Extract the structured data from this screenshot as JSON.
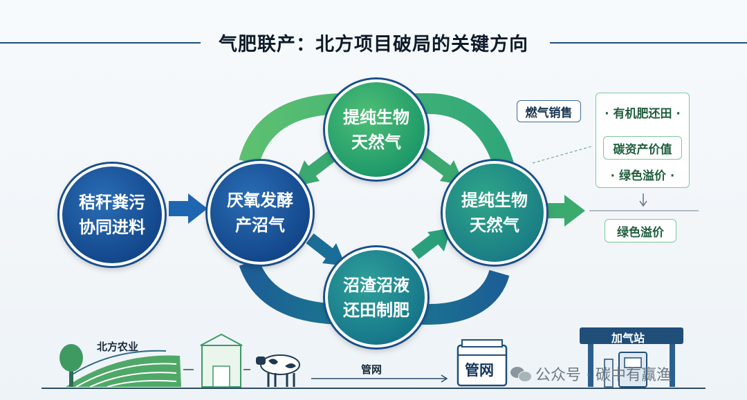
{
  "title": "气肥联产：北方项目破局的关键方向",
  "nodes": {
    "feed": "秸秆粪污\n协同进料",
    "digest": "厌氧发酵\n产沼气",
    "top_gas": "提纯生物\n天然气",
    "bottom_residue": "沼渣沼液\n还田制肥",
    "right_gas": "提纯生物\n天然气"
  },
  "side_panel": {
    "gas_sales": "燃气销售",
    "organic_fertilizer": "· 有机肥还田 ·",
    "carbon_asset": "碳资产价值",
    "green_premium_inner": "· 绿色溢价 ·",
    "green_premium": "绿色溢价"
  },
  "bottom": {
    "farm_label": "北方农业",
    "pipeline_label": "管网",
    "pipeline_box": "管网",
    "station_label": "加气站"
  },
  "watermark": "公众号 · 碳中有赢渔",
  "colors": {
    "navy": "#1f4e79",
    "blue": "#14488c",
    "teal": "#17788a",
    "green": "#1f9a6a",
    "light_green": "#4fbf76"
  }
}
